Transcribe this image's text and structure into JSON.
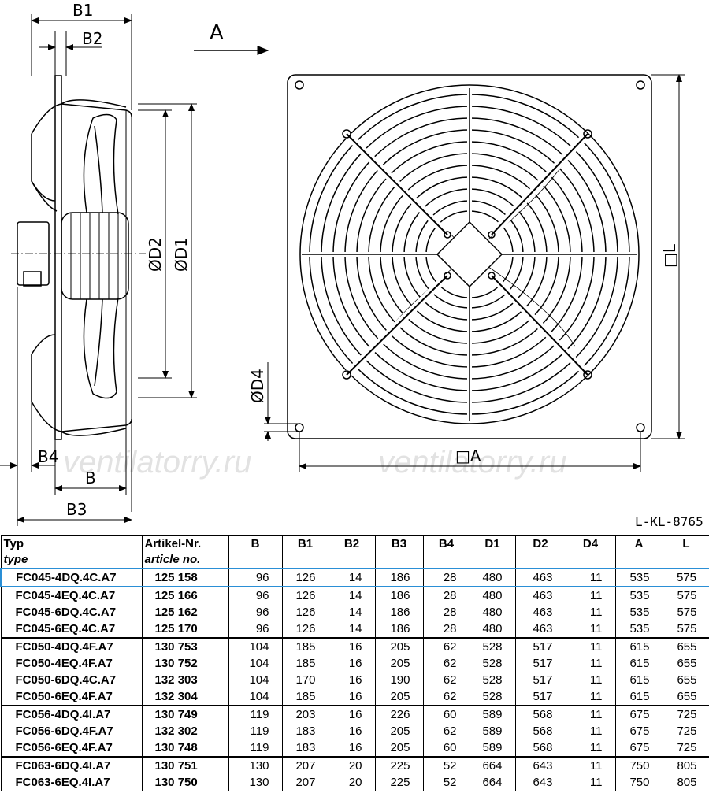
{
  "drawing": {
    "side_labels": {
      "b1": "B1",
      "b2": "B2",
      "b4": "B4",
      "b": "B",
      "b3": "B3",
      "d2": "ØD2",
      "d1": "ØD1"
    },
    "front_labels": {
      "view": "A",
      "d4": "ØD4",
      "a": "□A",
      "l": "□L"
    },
    "watermark": "ventilatorry.ru",
    "drawing_ref": "L-KL-8765"
  },
  "table": {
    "headers": [
      {
        "main": "Typ",
        "sub": "type"
      },
      {
        "main": "Artikel-Nr.",
        "sub": "article no."
      },
      {
        "main": "B"
      },
      {
        "main": "B1"
      },
      {
        "main": "B2"
      },
      {
        "main": "B3"
      },
      {
        "main": "B4"
      },
      {
        "main": "D1"
      },
      {
        "main": "D2"
      },
      {
        "main": "D4"
      },
      {
        "main": "A"
      },
      {
        "main": "L"
      }
    ],
    "rows": [
      [
        "FC045-4DQ.4C.A7",
        "125 158",
        "96",
        "126",
        "14",
        "186",
        "28",
        "480",
        "463",
        "11",
        "535",
        "575"
      ],
      [
        "FC045-4EQ.4C.A7",
        "125 166",
        "96",
        "126",
        "14",
        "186",
        "28",
        "480",
        "463",
        "11",
        "535",
        "575"
      ],
      [
        "FC045-6DQ.4C.A7",
        "125 162",
        "96",
        "126",
        "14",
        "186",
        "28",
        "480",
        "463",
        "11",
        "535",
        "575"
      ],
      [
        "FC045-6EQ.4C.A7",
        "125 170",
        "96",
        "126",
        "14",
        "186",
        "28",
        "480",
        "463",
        "11",
        "535",
        "575"
      ],
      [
        "FC050-4DQ.4F.A7",
        "130 753",
        "104",
        "185",
        "16",
        "205",
        "62",
        "528",
        "517",
        "11",
        "615",
        "655"
      ],
      [
        "FC050-4EQ.4F.A7",
        "130 752",
        "104",
        "185",
        "16",
        "205",
        "62",
        "528",
        "517",
        "11",
        "615",
        "655"
      ],
      [
        "FC050-6DQ.4C.A7",
        "132 303",
        "104",
        "170",
        "16",
        "190",
        "62",
        "528",
        "517",
        "11",
        "615",
        "655"
      ],
      [
        "FC050-6EQ.4F.A7",
        "132 304",
        "104",
        "185",
        "16",
        "205",
        "62",
        "528",
        "517",
        "11",
        "615",
        "655"
      ],
      [
        "FC056-4DQ.4I.A7",
        "130 749",
        "119",
        "203",
        "16",
        "226",
        "60",
        "589",
        "568",
        "11",
        "675",
        "725"
      ],
      [
        "FC056-6DQ.4F.A7",
        "132 302",
        "119",
        "183",
        "16",
        "205",
        "62",
        "589",
        "568",
        "11",
        "675",
        "725"
      ],
      [
        "FC056-6EQ.4F.A7",
        "130 748",
        "119",
        "183",
        "16",
        "205",
        "60",
        "589",
        "568",
        "11",
        "675",
        "725"
      ],
      [
        "FC063-6DQ.4I.A7",
        "130 751",
        "130",
        "207",
        "20",
        "225",
        "52",
        "664",
        "643",
        "11",
        "750",
        "805"
      ],
      [
        "FC063-6EQ.4I.A7",
        "130 750",
        "130",
        "207",
        "20",
        "225",
        "52",
        "664",
        "643",
        "11",
        "750",
        "805"
      ]
    ],
    "group_starts": [
      0,
      4,
      8,
      11
    ],
    "highlight_row": 0,
    "highlight_color": "#2a8fd6"
  }
}
